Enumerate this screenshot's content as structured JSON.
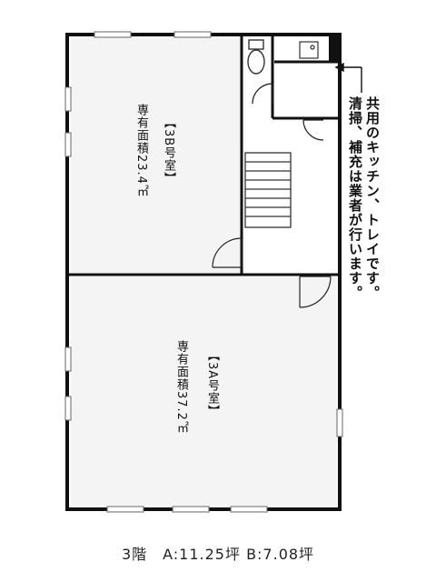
{
  "rooms": {
    "room_3b": {
      "name": "【3B号室】",
      "area": "専有面積23.4㎡"
    },
    "room_3a": {
      "name": "【3A号室】",
      "area": "専有面積37.2㎡"
    }
  },
  "note": {
    "line1": "共用のキッチン、トレイです。",
    "line2": "清掃、補充は業者が行います。"
  },
  "caption": "3階　A:11.25坪 B:7.08坪"
}
